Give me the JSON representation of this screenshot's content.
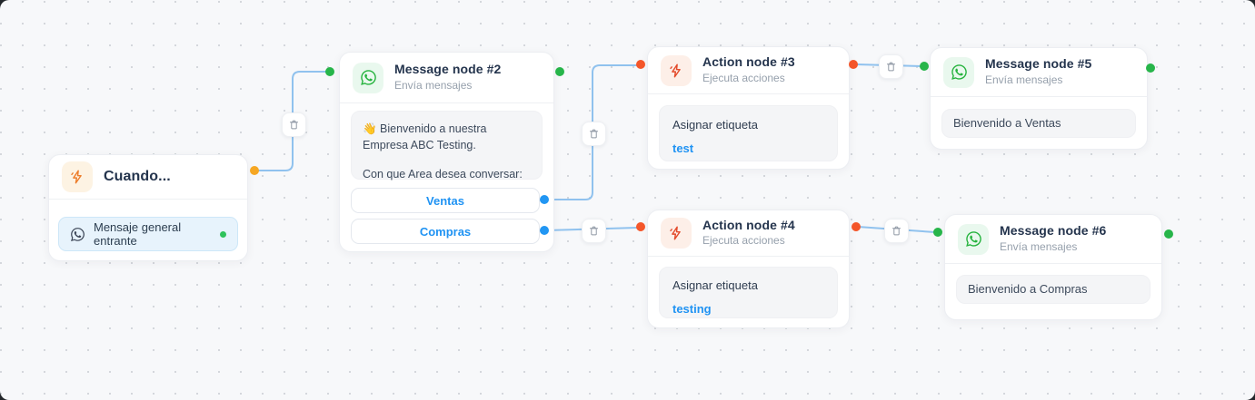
{
  "canvas": {
    "background": "#f7f8fa",
    "grid_dot_color": "#d4d7dc"
  },
  "colors": {
    "edge": "#90c2ee",
    "port_trigger": "#f6a723",
    "port_message": "#27b54a",
    "port_action": "#f4562a",
    "port_button": "#2196f3",
    "whatsapp_green": "#25b33d",
    "trigger_orange": "#ed7d2b",
    "action_red": "#e34a2b",
    "link_blue": "#2093f3"
  },
  "nodes": {
    "trigger": {
      "title": "Cuando...",
      "item_label": "Mensaje general entrante"
    },
    "message2": {
      "title": "Message node #2",
      "subtitle": "Envía mensajes",
      "message_line1": "👋 Bienvenido a nuestra Empresa ABC Testing.",
      "message_line2": "Con que Area desea conversar:",
      "buttons": [
        "Ventas",
        "Compras"
      ]
    },
    "action3": {
      "title": "Action node #3",
      "subtitle": "Ejecuta acciones",
      "action_label": "Asignar etiqueta",
      "action_value": "test"
    },
    "action4": {
      "title": "Action node #4",
      "subtitle": "Ejecuta acciones",
      "action_label": "Asignar etiqueta",
      "action_value": "testing"
    },
    "message5": {
      "title": "Message node #5",
      "subtitle": "Envía mensajes",
      "message": "Bienvenido a Ventas"
    },
    "message6": {
      "title": "Message node #6",
      "subtitle": "Envía mensajes",
      "message": "Bienvenido a Compras"
    }
  }
}
